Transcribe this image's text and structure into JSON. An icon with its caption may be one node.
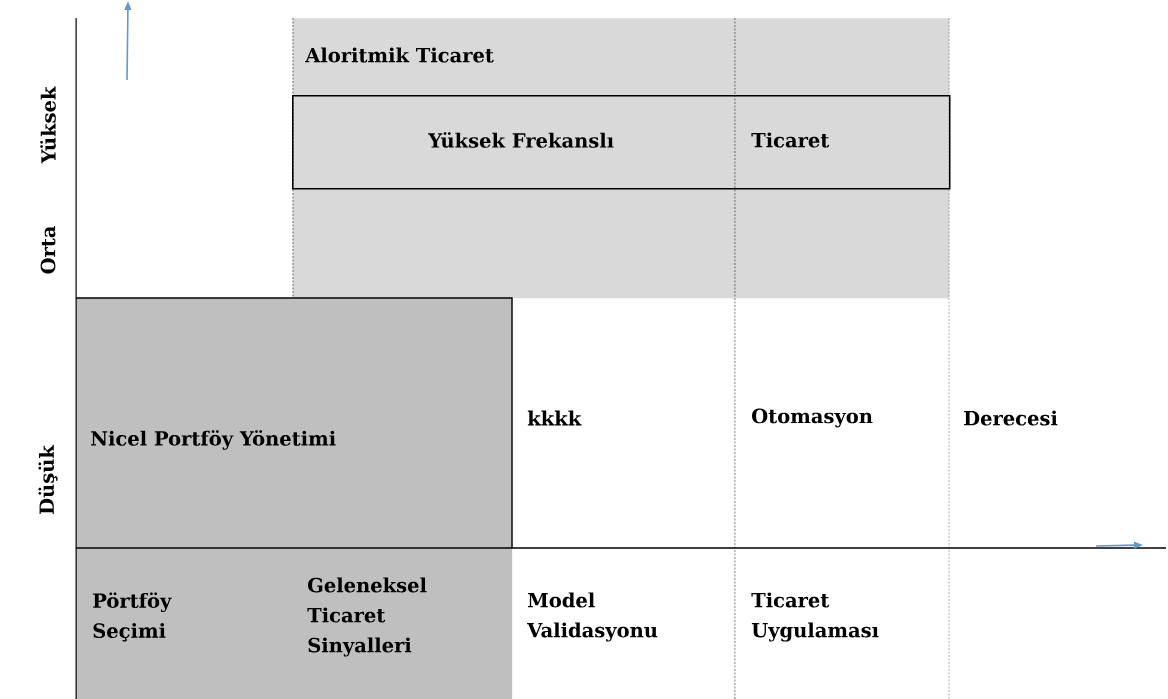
{
  "diagram": {
    "nodes": [
      {
        "text": [
          "Aloritmik Ticaret"
        ]
      },
      {
        "text": [
          "Yüksek Frekanslı",
          "Ticaret"
        ],
        "in": 0
      },
      {
        "text": [
          "Nicel Portföy Yönetimi"
        ]
      },
      {
        "text": [
          "Pörtföy Seçimi",
          "Geleneksel Ticaret Sinyalleri"
        ]
      }
    ],
    "labels": [
      "Yüksek",
      "Orta",
      "kkkk",
      "Otomasyon",
      "Derecesi",
      "Düşük",
      "Model Validasyonu",
      "Ticaret Uygulaması"
    ]
  }
}
